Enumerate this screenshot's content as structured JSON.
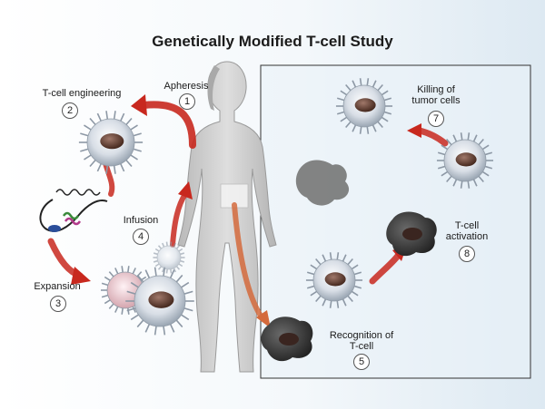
{
  "title": "Genetically Modified T-cell Study",
  "steps": [
    {
      "label": "Apheresis",
      "number": "1"
    },
    {
      "label": "T-cell engineering",
      "number": "2"
    },
    {
      "label": "Expansion",
      "number": "3"
    },
    {
      "label": "Infusion",
      "number": "4"
    },
    {
      "label_line1": "Recognition of",
      "label_line2": "T-cell",
      "number": "5"
    },
    {
      "label_line1": "Killing of",
      "label_line2": "tumor cells",
      "number": "7"
    },
    {
      "label_line1": "T-cell",
      "label_line2": "activation",
      "number": "8"
    }
  ],
  "colors": {
    "arrow_red": "#c8281e",
    "arrow_orange": "#d46a3c",
    "body": "#cfcfcf",
    "tcell": "#d9dfe6",
    "nucleus": "#6b3e32",
    "tumor": "#3c3c3c",
    "panel_bg": "#eef5fa"
  }
}
